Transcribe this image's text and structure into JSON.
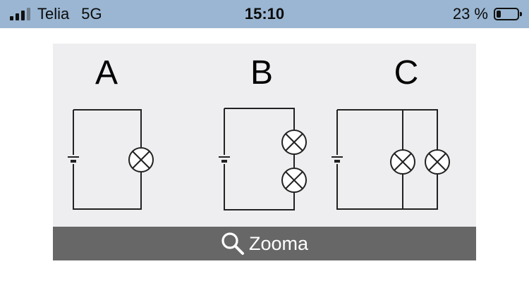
{
  "status_bar": {
    "carrier": "Telia",
    "network": "5G",
    "time": "15:10",
    "battery_percent": "23 %",
    "battery_level": 0.23,
    "signal_bars_filled": 3,
    "signal_bars_total": 4
  },
  "diagram": {
    "labels": [
      "A",
      "B",
      "C"
    ]
  },
  "zoom_button": {
    "label": "Zooma",
    "icon": "search-icon"
  }
}
